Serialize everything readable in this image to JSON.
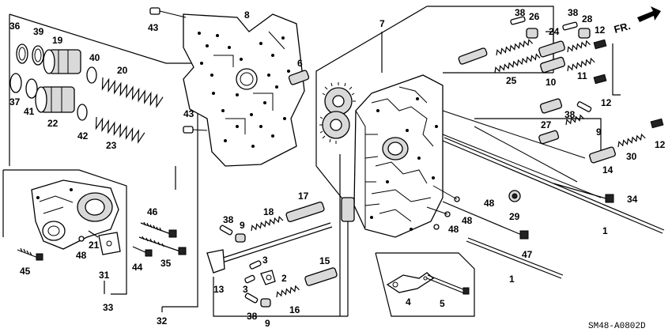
{
  "diagram_code": "SM48-A0802D",
  "direction_label": "FR.",
  "part_labels": [
    "1",
    "2",
    "3",
    "4",
    "5",
    "6",
    "7",
    "8",
    "9",
    "10",
    "11",
    "12",
    "13",
    "14",
    "15",
    "16",
    "17",
    "18",
    "19",
    "20",
    "21",
    "22",
    "23",
    "24",
    "25",
    "26",
    "27",
    "28",
    "29",
    "30",
    "31",
    "32",
    "33",
    "34",
    "35",
    "36",
    "37",
    "38",
    "39",
    "40",
    "41",
    "42",
    "43",
    "44",
    "45",
    "46",
    "47",
    "48"
  ]
}
